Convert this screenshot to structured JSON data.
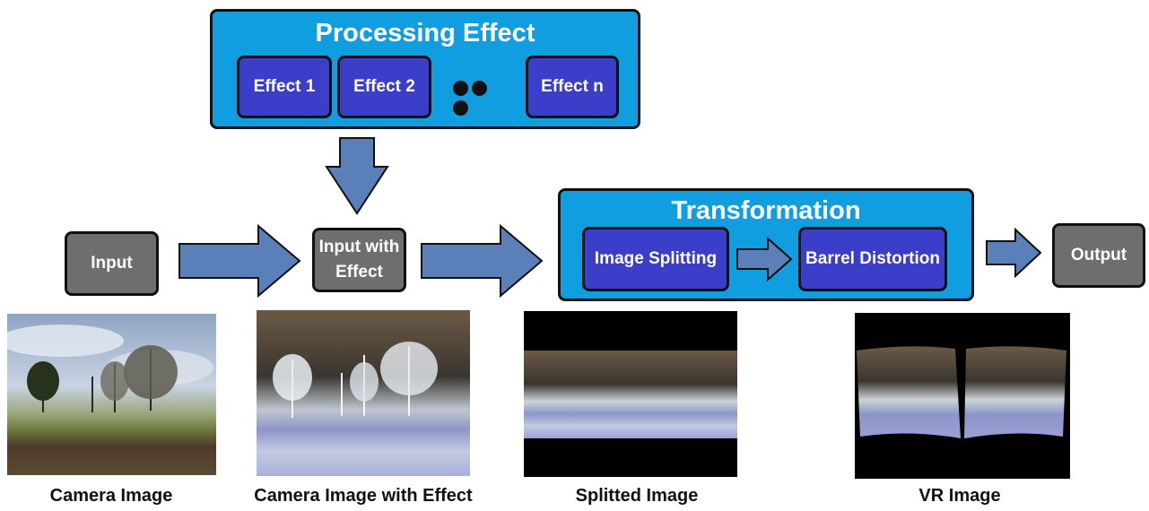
{
  "processing": {
    "title": "Processing Effect",
    "effects": [
      "Effect 1",
      "Effect 2",
      "Effect n"
    ]
  },
  "transformation": {
    "title": "Transformation",
    "steps": [
      "Image Splitting",
      "Barrel Distortion"
    ]
  },
  "nodes": {
    "input": "Input",
    "input_with_effect": "Input with Effect",
    "output": "Output"
  },
  "captions": {
    "camera": "Camera Image",
    "camera_effect": "Camera Image with Effect",
    "splitted": "Splitted Image",
    "vr": "VR Image"
  },
  "colors": {
    "panel": "#119ee0",
    "effect_box": "#3a3ec9",
    "node": "#6e6e6e",
    "arrow": "#5b7fb8"
  }
}
